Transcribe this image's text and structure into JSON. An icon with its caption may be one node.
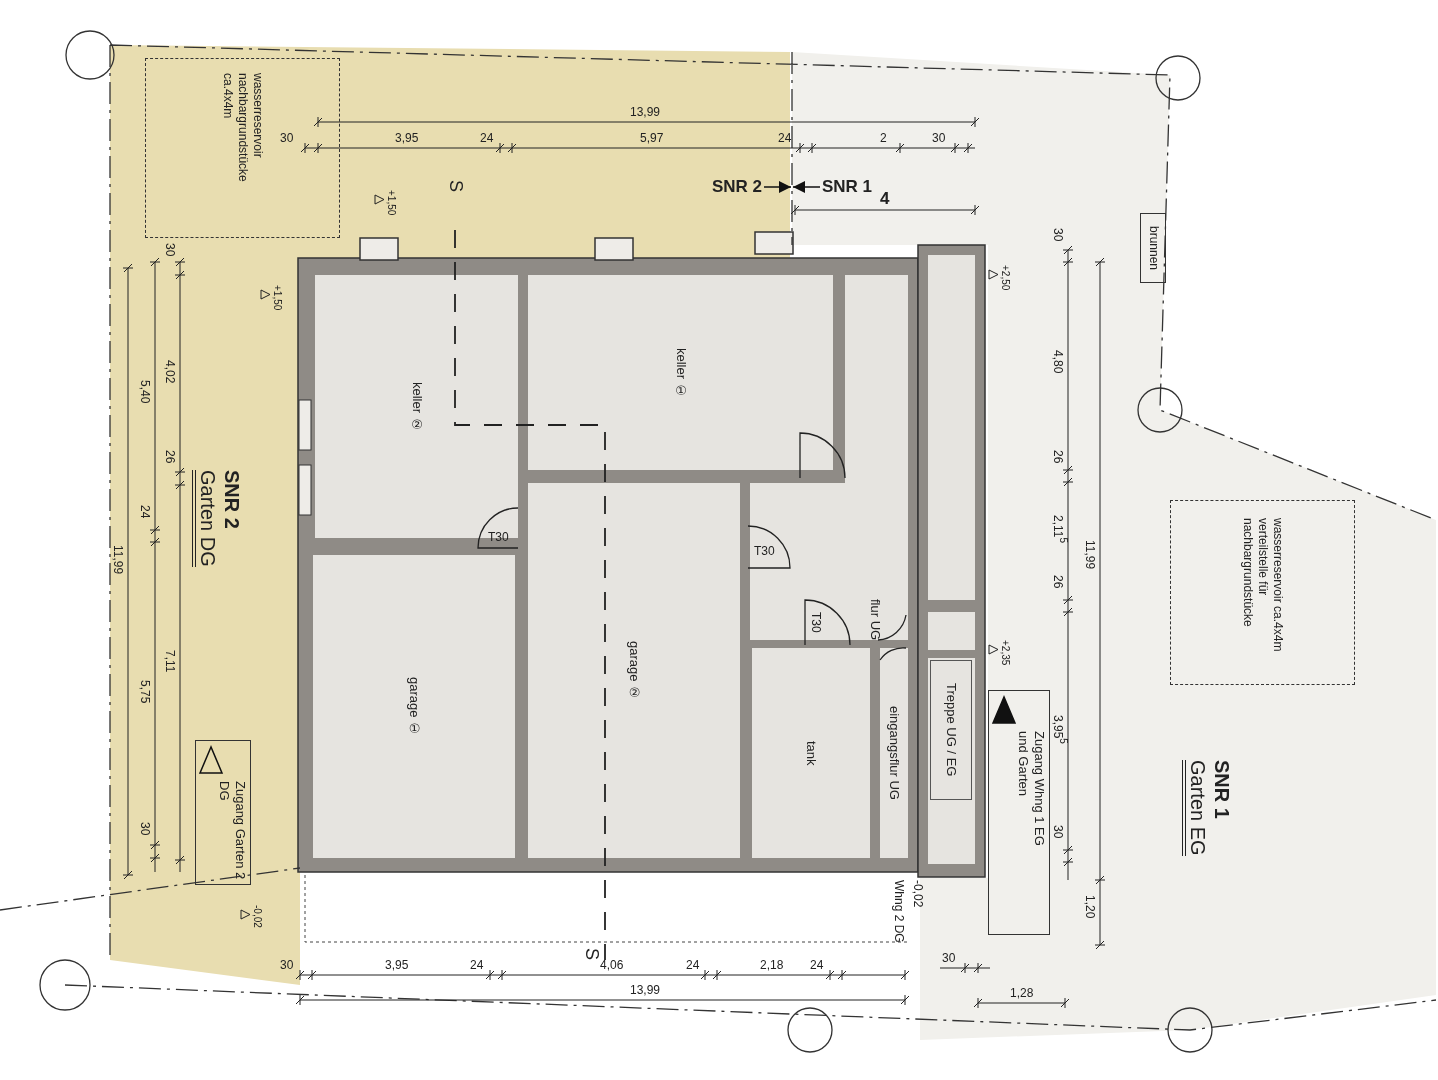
{
  "diagram": {
    "nodes": [
      {
        "text": [
          "wasserreservoir nachbargrundstücke ca.4x4m"
        ]
      },
      {
        "text": [
          "wasserreservoir ca.4x4m verteilstelle für nachbargrundstücke"
        ]
      },
      {
        "text": [
          "brunnen"
        ]
      },
      {
        "text": [
          "keller ②"
        ]
      },
      {
        "text": [
          "keller ①"
        ]
      },
      {
        "text": [
          "garage ①"
        ]
      },
      {
        "text": [
          "garage ②"
        ]
      },
      {
        "text": [
          "tank"
        ]
      },
      {
        "text": [
          "flur UG"
        ]
      },
      {
        "text": [
          "eingangsflur UG"
        ]
      },
      {
        "text": [
          "Treppe UG / EG"
        ]
      },
      {
        "text": [
          "Zugang Whng 1 EG und Garten"
        ]
      },
      {
        "text": [
          "Zugang Garten 2 DG"
        ]
      }
    ],
    "labels": [
      "SNR 2",
      "SNR 1",
      "13,99",
      "30",
      "3,95",
      "24",
      "5,97",
      "24",
      "2",
      "30",
      "4",
      "S",
      "+1,50",
      "+1,50",
      "30",
      "4,02",
      "5,40",
      "26",
      "24",
      "11,99",
      "7,11",
      "5,75",
      "30",
      "T30",
      "T30",
      "T30",
      "-0,02",
      "S",
      "30",
      "3,95",
      "24",
      "4,06",
      "24",
      "2,18",
      "24",
      "13,99",
      "Whng 2 DG",
      "-0,02",
      "30",
      "1,28",
      "+2,50",
      "+2,35",
      "30",
      "4,80",
      "26",
      "11,99",
      "2,11$^{5}$",
      "26",
      "3,95$^{5}$",
      "30",
      "1,20",
      "SNR 2",
      "Garten DG",
      "SNR 1",
      "Garten EG"
    ]
  }
}
